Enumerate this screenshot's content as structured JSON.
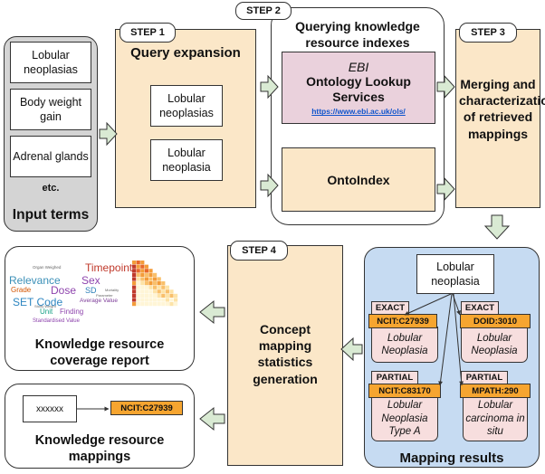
{
  "input": {
    "terms": [
      "Lobular neoplasias",
      "Body weight gain",
      "Adrenal glands"
    ],
    "etc": "etc.",
    "title": "Input terms"
  },
  "step1": {
    "tab": "STEP 1",
    "title": "Query expansion",
    "terms": [
      "Lobular neoplasias",
      "Lobular neoplasia"
    ]
  },
  "step2": {
    "tab": "STEP 2",
    "title": "Querying knowledge resource indexes",
    "ebi": {
      "org": "EBI",
      "name": "Ontology Lookup Services",
      "url": "https://www.ebi.ac.uk/ols/"
    },
    "ontoindex": "OntoIndex"
  },
  "step3": {
    "tab": "STEP 3",
    "title": "Merging and characterization of retrieved mappings"
  },
  "step4": {
    "tab": "STEP 4",
    "title": "Concept mapping statistics generation"
  },
  "mapping_results": {
    "term": "Lobular neoplasia",
    "title": "Mapping results",
    "cards": [
      {
        "type": "EXACT",
        "code": "NCIT:C27939",
        "label": "Lobular Neoplasia"
      },
      {
        "type": "EXACT",
        "code": "DOID:3010",
        "label": "Lobular Neoplasia"
      },
      {
        "type": "PARTIAL",
        "code": "NCIT:C83170",
        "label": "Lobular Neoplasia Type A"
      },
      {
        "type": "PARTIAL",
        "code": "MPATH:290",
        "label": "Lobular carcinoma in situ"
      }
    ]
  },
  "coverage": {
    "title": "Knowledge resource coverage report",
    "wordcloud": [
      "Timepoint",
      "Relevance",
      "Sex",
      "Grade",
      "Dose",
      "SD",
      "SET Code",
      "Average Value",
      "Unit",
      "Finding",
      "Standardised Value",
      "Organ Weighed",
      "Mortality",
      "Parameter",
      "Study Weight"
    ]
  },
  "kr_mappings": {
    "title": "Knowledge resource mappings",
    "term": "xxxxxx",
    "code": "NCIT:C27939"
  },
  "colors": {
    "tan": "#fbe7c8",
    "gray": "#d4d4d4",
    "pink": "#ead1dc",
    "blue": "#c6dbf2",
    "orange": "#f6a530",
    "arrow": "#d9ead3"
  }
}
